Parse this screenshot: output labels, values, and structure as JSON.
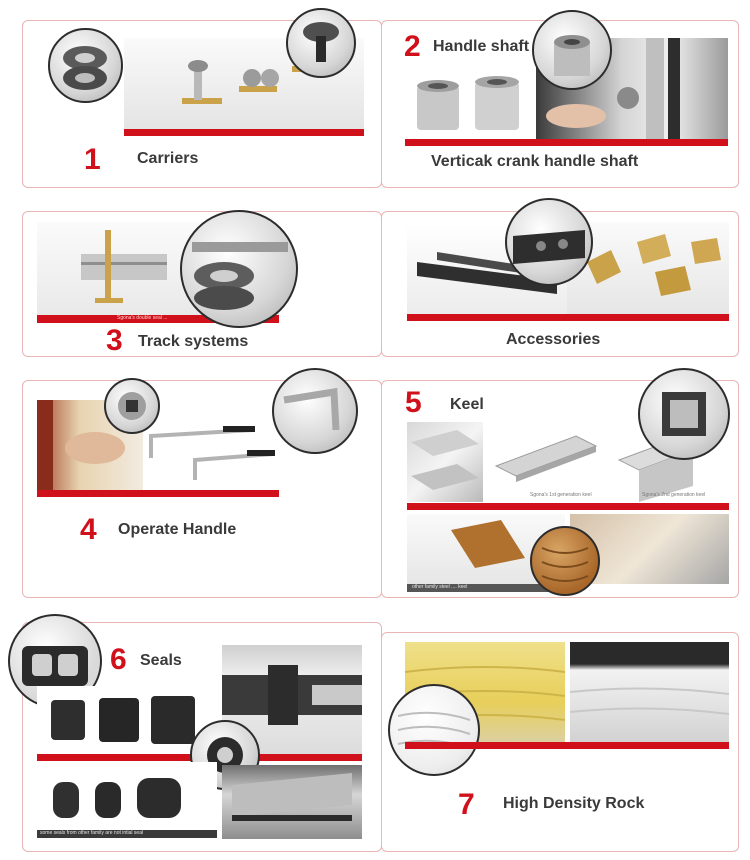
{
  "sections": [
    {
      "number": "1",
      "label": "Carriers"
    },
    {
      "number": "2",
      "label": "Handle shaft",
      "sublabel": "Verticak crank handle shaft"
    },
    {
      "number": "3",
      "label": "Track systems",
      "photo_caption": "Sgona's double seal ..."
    },
    {
      "number": "",
      "label": "Accessories"
    },
    {
      "number": "4",
      "label": "Operate Handle"
    },
    {
      "number": "5",
      "label": "Keel",
      "captions": [
        "Sgona's 1st generation keel",
        "Sgona's 2nd generation keel",
        "other family steel .... keel"
      ]
    },
    {
      "number": "6",
      "label": "Seals",
      "photo_caption": "some seals from other family are not intial seal"
    },
    {
      "number": "7",
      "label": "High Density Rock"
    }
  ],
  "colors": {
    "accent": "#d0101a",
    "text": "#3a3a3a",
    "panel_border": "#e9b5b5"
  }
}
